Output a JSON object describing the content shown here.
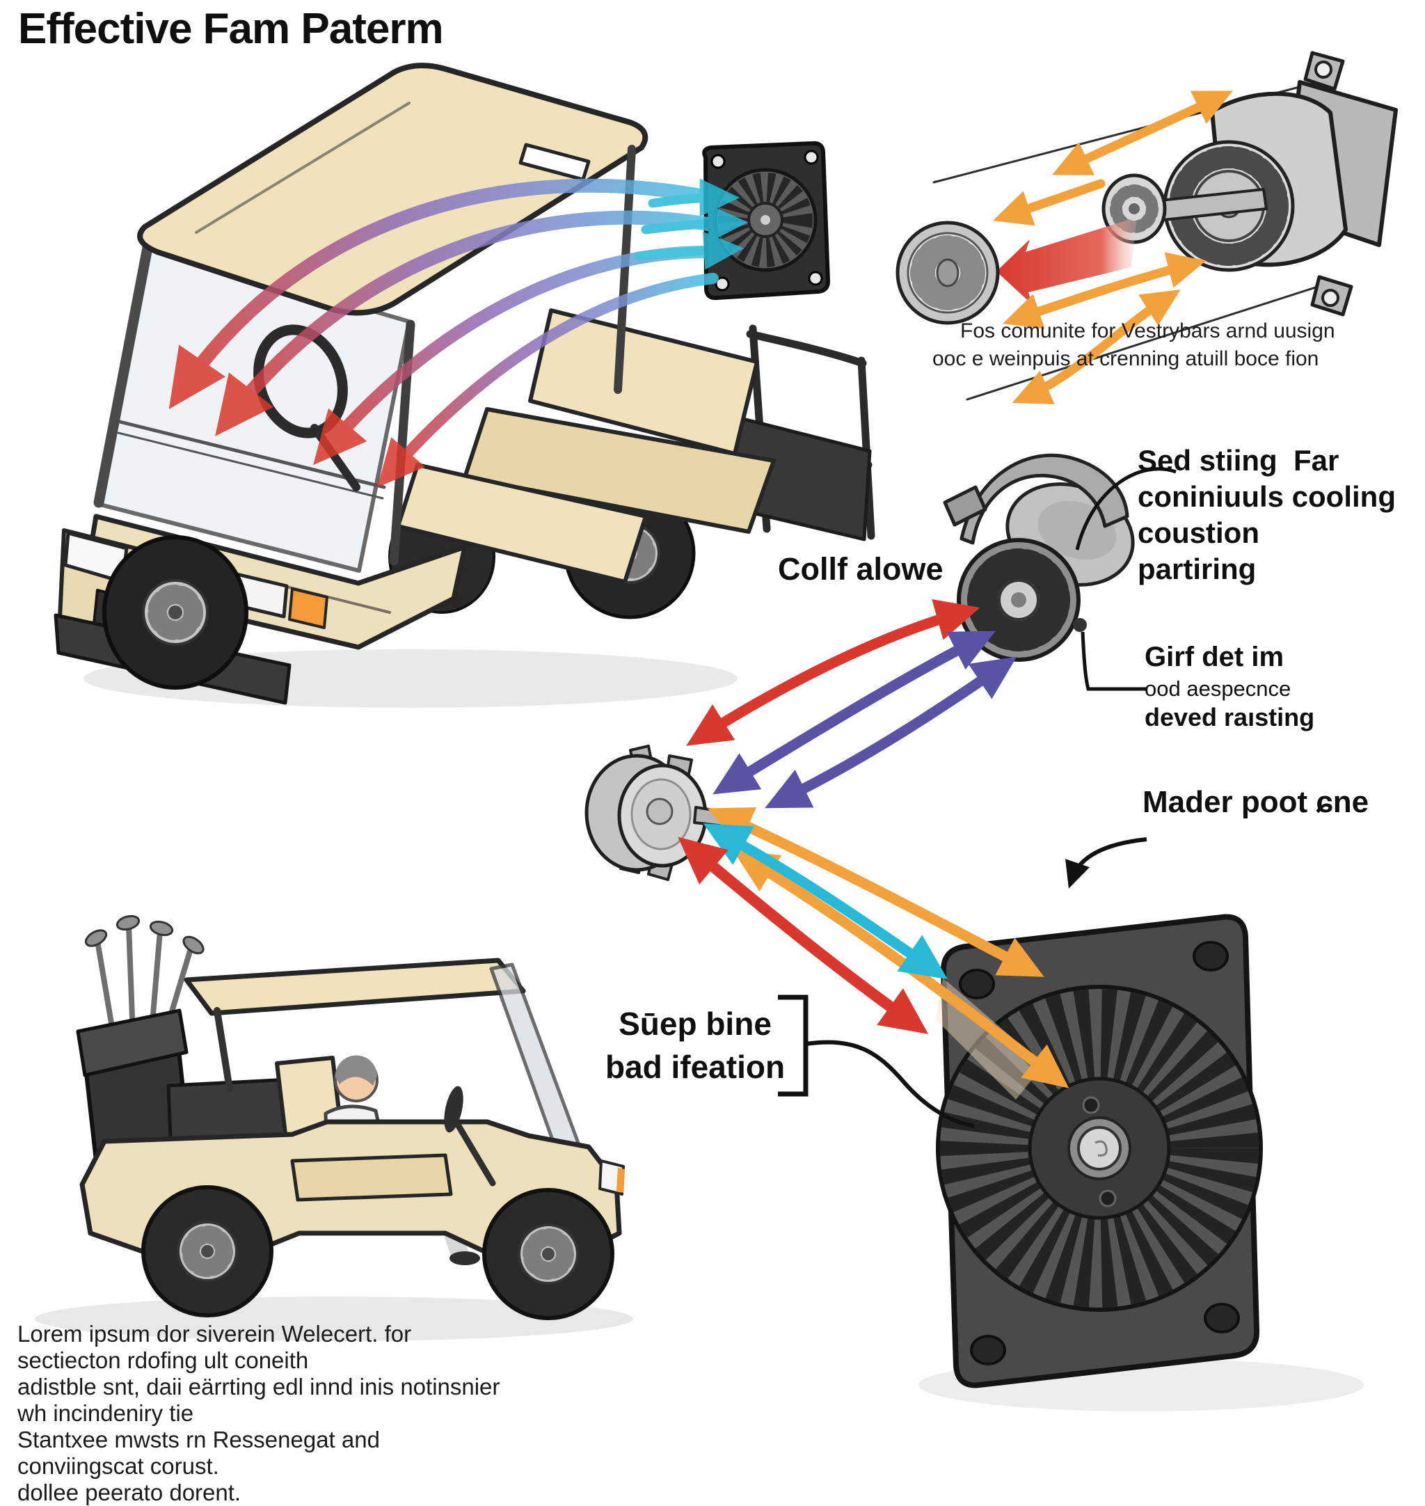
{
  "title": "Effective Fam Paterm",
  "exploded_diagram": {
    "caption_line1": "Fos comunite for Vestrybars arnd uusign",
    "caption_line2": "ooc e weinpuis at crenning atuill boce fion"
  },
  "labels": {
    "sealed_fan_line1": "Sed stiing  Far",
    "sealed_fan_line2": "coniniuuls cooling",
    "sealed_fan_line3": "coustion",
    "sealed_fan_line4": "partiring",
    "cool_airflow": "Collf alowe",
    "grill_line1": "Girf det im",
    "grill_line2": "ood aespecnce",
    "grill_line3": "deved raısting",
    "motor_pointer": "Mader poot ɕne",
    "vent_line1": "Sūep bine",
    "vent_line2": "bad ifeation"
  },
  "paragraph": {
    "line1": "Lorem ipsum dor siverein Welecert. for sectiecton rdofing ult coneith",
    "line2": "adistble snt, daii eärrting edl innd inis notinsnier wh incindeniry tie",
    "line3": "Stantxee mwsts rn Ressenegat and conviingscat corust.",
    "line4": "dollee peerato dorent."
  },
  "colors": {
    "arrow_red": "#d8382e",
    "arrow_indigo": "#5a52a5",
    "arrow_cyan": "#29b9d6",
    "arrow_orange": "#f2a23c",
    "cart_tan": "#ede0bc",
    "fan_dark": "#2f2f2f",
    "text": "#111111"
  }
}
